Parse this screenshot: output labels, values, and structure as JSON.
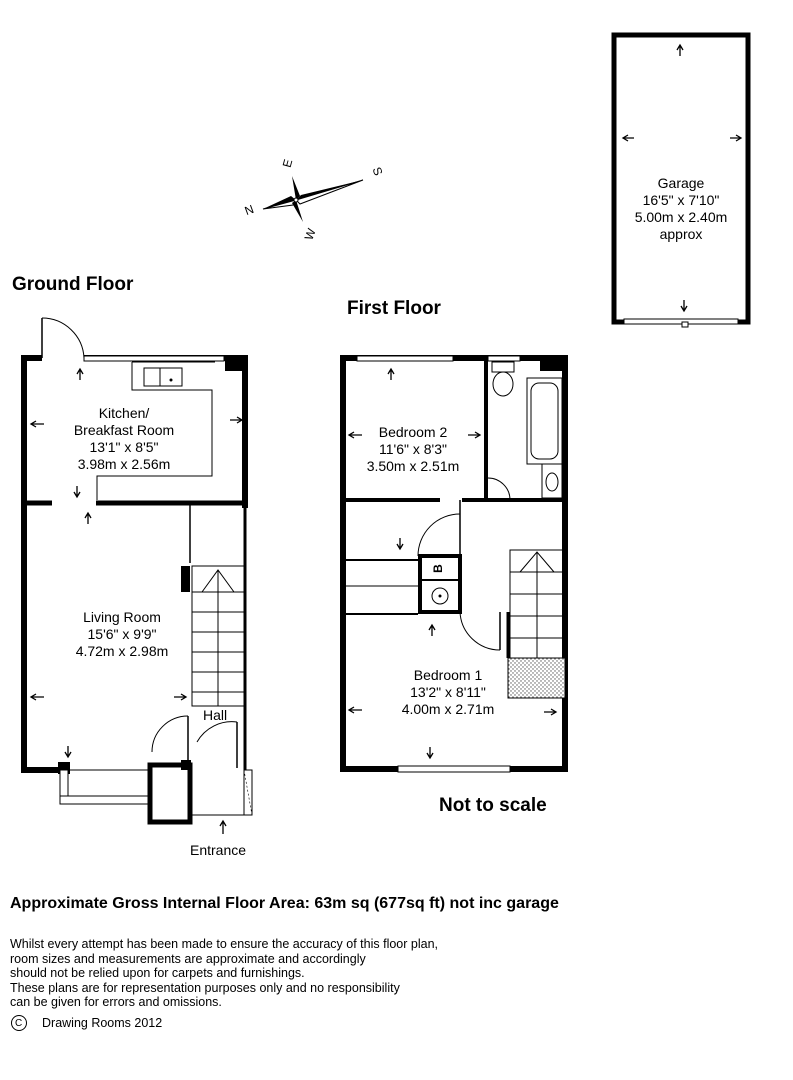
{
  "headings": {
    "ground_floor": "Ground Floor",
    "first_floor": "First Floor",
    "not_to_scale": "Not to scale"
  },
  "rooms": {
    "garage": [
      "Garage",
      "16'5\" x 7'10\"",
      "5.00m x 2.40m",
      "approx"
    ],
    "kitchen": [
      "Kitchen/",
      "Breakfast Room",
      "13'1\" x 8'5\"",
      "3.98m x 2.56m"
    ],
    "living": [
      "Living Room",
      "15'6\" x 9'9\"",
      "4.72m x 2.98m"
    ],
    "bedroom2": [
      "Bedroom 2",
      "11'6\" x 8'3\"",
      "3.50m x 2.51m"
    ],
    "bedroom1": [
      "Bedroom 1",
      "13'2\" x 8'11\"",
      "4.00m x 2.71m"
    ],
    "hall": "Hall",
    "entrance": "Entrance",
    "boiler": "B"
  },
  "compass": {
    "n": "N",
    "e": "E",
    "s": "S",
    "w": "W"
  },
  "area_summary": "Approximate Gross Internal Floor Area: 63m sq (677sq ft) not inc garage",
  "disclaimer": [
    "Whilst every attempt has been made to ensure the accuracy of this floor plan,",
    "room sizes and measurements are approximate and accordingly",
    "should not be relied upon for carpets and furnishings.",
    "These plans are for representation purposes only and no responsibility",
    "can be given for errors and omissions."
  ],
  "copyright": {
    "symbol": "C",
    "text": "Drawing Rooms 2012"
  }
}
